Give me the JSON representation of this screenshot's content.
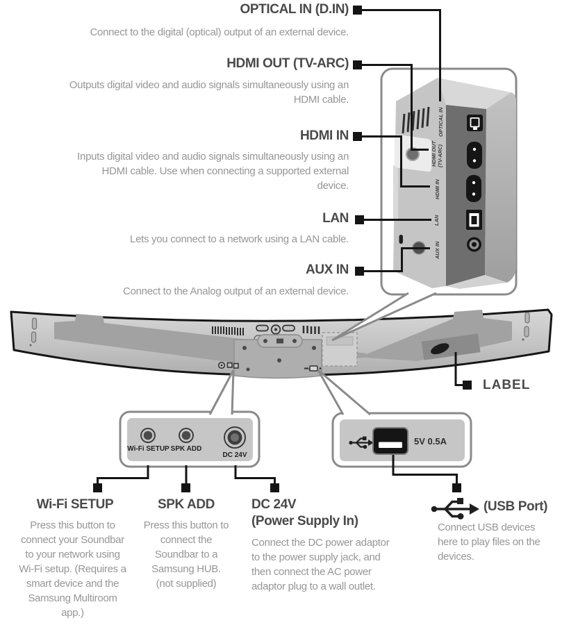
{
  "colors": {
    "line_black": "#141414",
    "heading": "#4a4a4a",
    "body_text": "#969696",
    "callout_border": "#8a8a8a",
    "panel_fill": "#c6c6c6"
  },
  "top_sections": [
    {
      "title": "OPTICAL IN (D.IN)",
      "desc": "Connect to the digital (optical) output of an external device."
    },
    {
      "title": "HDMI OUT (TV-ARC)",
      "desc": "Outputs digital video and audio signals simultaneously using an\nHDMI cable."
    },
    {
      "title": "HDMI IN",
      "desc": "Inputs digital video and audio signals simultaneously using an\nHDMI cable. Use when connecting a supported external\ndevice."
    },
    {
      "title": "LAN",
      "desc": "Lets you connect to a network using a LAN cable."
    },
    {
      "title": "AUX IN",
      "desc": "Connect to the Analog output of an external device."
    }
  ],
  "device_panel": {
    "labels": [
      "OPTICAL IN",
      "HDMI OUT",
      "(TV-ARC)",
      "HDMI IN",
      "LAN",
      "AUX IN"
    ]
  },
  "label_callout": {
    "title": "LABEL"
  },
  "rear_panel": {
    "wifi": "Wi-Fi SETUP",
    "spk": "SPK ADD",
    "dc": "DC 24V"
  },
  "usb_panel": {
    "rating": "5V 0.5A"
  },
  "bottom_sections": [
    {
      "title": "Wi-Fi SETUP",
      "desc": "Press this button to\nconnect your Soundbar\nto your network using\nWi-Fi setup. (Requires a\nsmart device and the\nSamsung Multiroom\napp.)"
    },
    {
      "title": "SPK ADD",
      "desc": "Press this button to\nconnect the\nSoundbar to a\nSamsung HUB.\n(not supplied)"
    },
    {
      "title": "DC 24V\n(Power Supply In)",
      "desc": "Connect the DC power adaptor\nto the power supply jack, and\nthen connect the AC power\nadaptor plug to a wall outlet."
    },
    {
      "title": "(USB Port)",
      "desc": "Connect USB devices\nhere to play files on the\ndevices."
    }
  ]
}
